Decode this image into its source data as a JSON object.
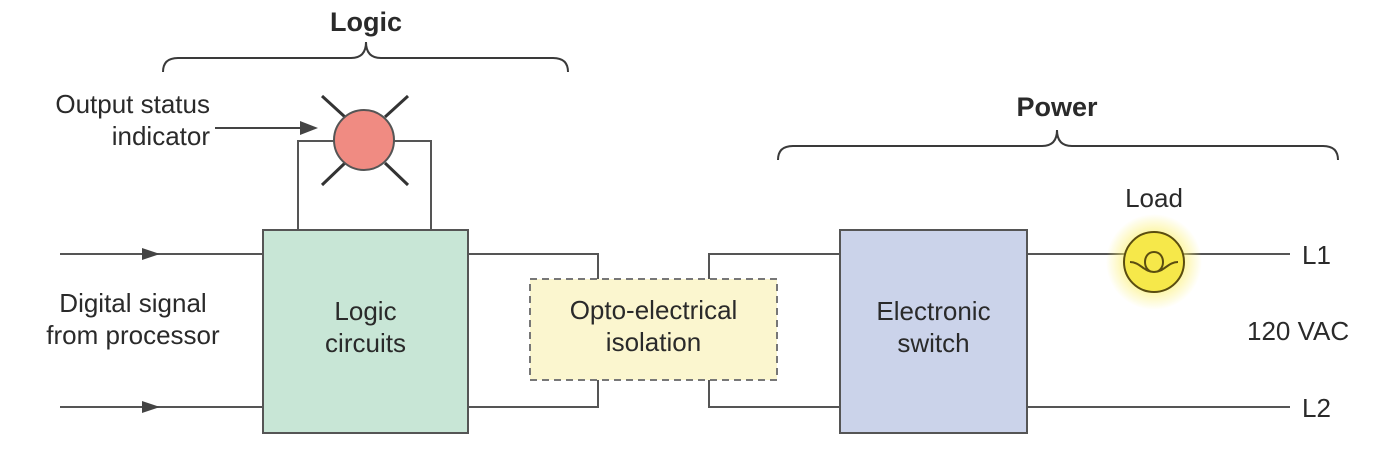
{
  "sections": {
    "logic": "Logic",
    "power": "Power"
  },
  "indicator": {
    "label": "Output status\nindicator",
    "color": "#f08b82"
  },
  "input": {
    "label": "Digital signal\nfrom processor"
  },
  "blocks": {
    "logic_circuits": {
      "label": "Logic\ncircuits",
      "color": "#c8e6d6"
    },
    "isolation": {
      "label": "Opto-electrical\nisolation",
      "color": "#fbf6cf"
    },
    "switch": {
      "label": "Electronic\nswitch",
      "color": "#cbd3ea"
    }
  },
  "load": {
    "label": "Load",
    "color": "#f6e84a"
  },
  "lines": {
    "l1": "L1",
    "l2": "L2",
    "voltage": "120 VAC"
  }
}
